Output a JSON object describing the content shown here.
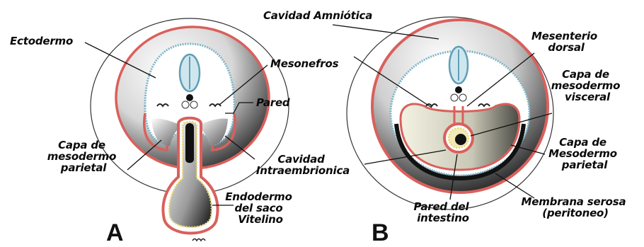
{
  "panels": {
    "a": "A",
    "b": "B"
  },
  "labels": {
    "ectodermo": "Ectodermo",
    "mesonefros": "Mesonefros",
    "pared": "Pared",
    "capa_mesodermo_parietal_a": [
      "Capa de",
      "mesodermo",
      "parietal"
    ],
    "cavidad_intraembrionica": [
      "Cavidad",
      "Intraembrionica"
    ],
    "endodermo_saco_vitelino": [
      "Endodermo",
      "del saco",
      "Vitelino"
    ],
    "cavidad_amniotica": "Cavidad Amniótica",
    "mesenterio_dorsal": [
      "Mesenterio",
      "dorsal"
    ],
    "capa_mesodermo_visceral": [
      "Capa de",
      "mesodermo",
      "visceral"
    ],
    "capa_mesodermo_parietal_b": [
      "Capa de",
      "Mesodermo",
      "parietal"
    ],
    "membrana_serosa": [
      "Membrana serosa",
      "(peritoneo)"
    ],
    "pared_intestino": [
      "Pared del",
      "intestino"
    ]
  },
  "colors": {
    "membrane_red": "#d9605c",
    "ectoderm_blue": "#7fb6c9",
    "endoderm_yellow": "#e8d86a",
    "dark_fill": "#141414"
  }
}
